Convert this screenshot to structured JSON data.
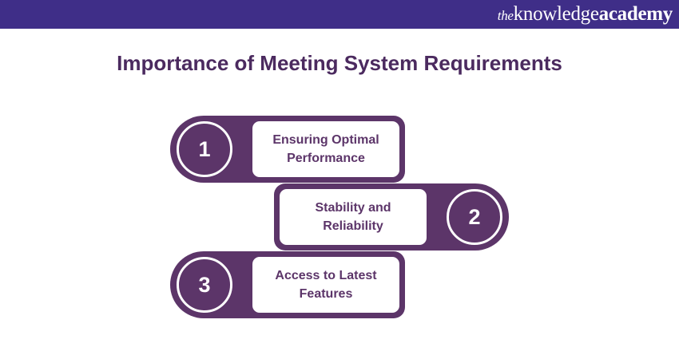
{
  "header": {
    "logo_prefix": "the",
    "logo_main": "knowledge",
    "logo_suffix": "academy"
  },
  "title": "Importance of Meeting System Requirements",
  "steps": [
    {
      "number": "1",
      "label": "Ensuring Optimal Performance"
    },
    {
      "number": "2",
      "label": "Stability and Reliability"
    },
    {
      "number": "3",
      "label": "Access to Latest Features"
    }
  ],
  "colors": {
    "header": "#3f2e88",
    "title": "#4b2a5f",
    "shape": "#5c3569"
  }
}
